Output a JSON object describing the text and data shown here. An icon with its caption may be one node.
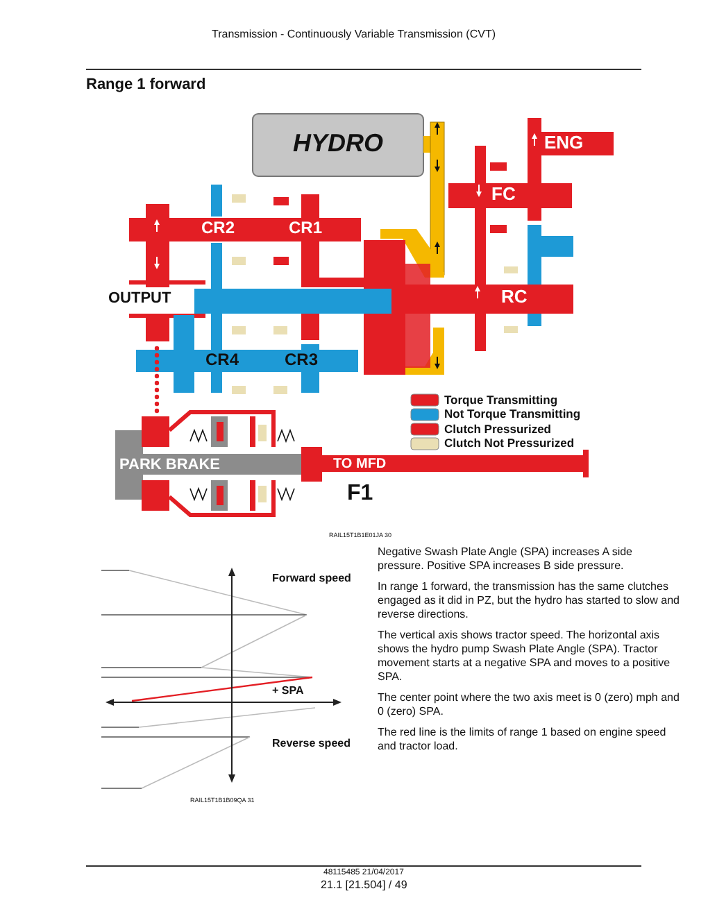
{
  "diagram": {
    "title": "Range 1 forward",
    "labels": [
      "Transmission - Continuously Variable Transmission (CVT)",
      "HYDRO",
      "ENG",
      "FC",
      "CR2",
      "CR1",
      "OUTPUT",
      "RC",
      "CR4",
      "CR3",
      "PARK BRAKE",
      "TO MFD",
      "F1",
      "RAIL15T1B1E01JA 30",
      "Forward speed",
      "+ SPA",
      "Reverse speed",
      "RAIL15T1B1B09QA 31",
      "Negative Swash Plate Angle (SPA) increases A side pressure. Positive SPA increases B side pressure.",
      "In range 1 forward, the transmission has the same clutches engaged as it did in PZ, but the hydro has started to slow and reverse directions.",
      "The vertical axis shows tractor speed. The horizontal axis shows the hydro pump Swash Plate Angle (SPA). Tractor movement starts at a negative SPA and moves to a positive SPA.",
      "The center point where the two axis meet is 0 (zero) mph and 0 (zero) SPA.",
      "The red line is the limits of range 1 based on engine speed and tractor load.",
      "48115485 21/04/2017",
      "21.1 [21.504] / 49"
    ],
    "legend": [
      {
        "text": "Torque Transmitting",
        "color": "#e31e24"
      },
      {
        "text": "Not Torque Transmitting",
        "color": "#1e9ad6"
      },
      {
        "text": "Clutch Pressurized",
        "color": "#e31e24"
      },
      {
        "text": "Clutch Not Pressurized",
        "color": "#eadfb4"
      }
    ]
  }
}
